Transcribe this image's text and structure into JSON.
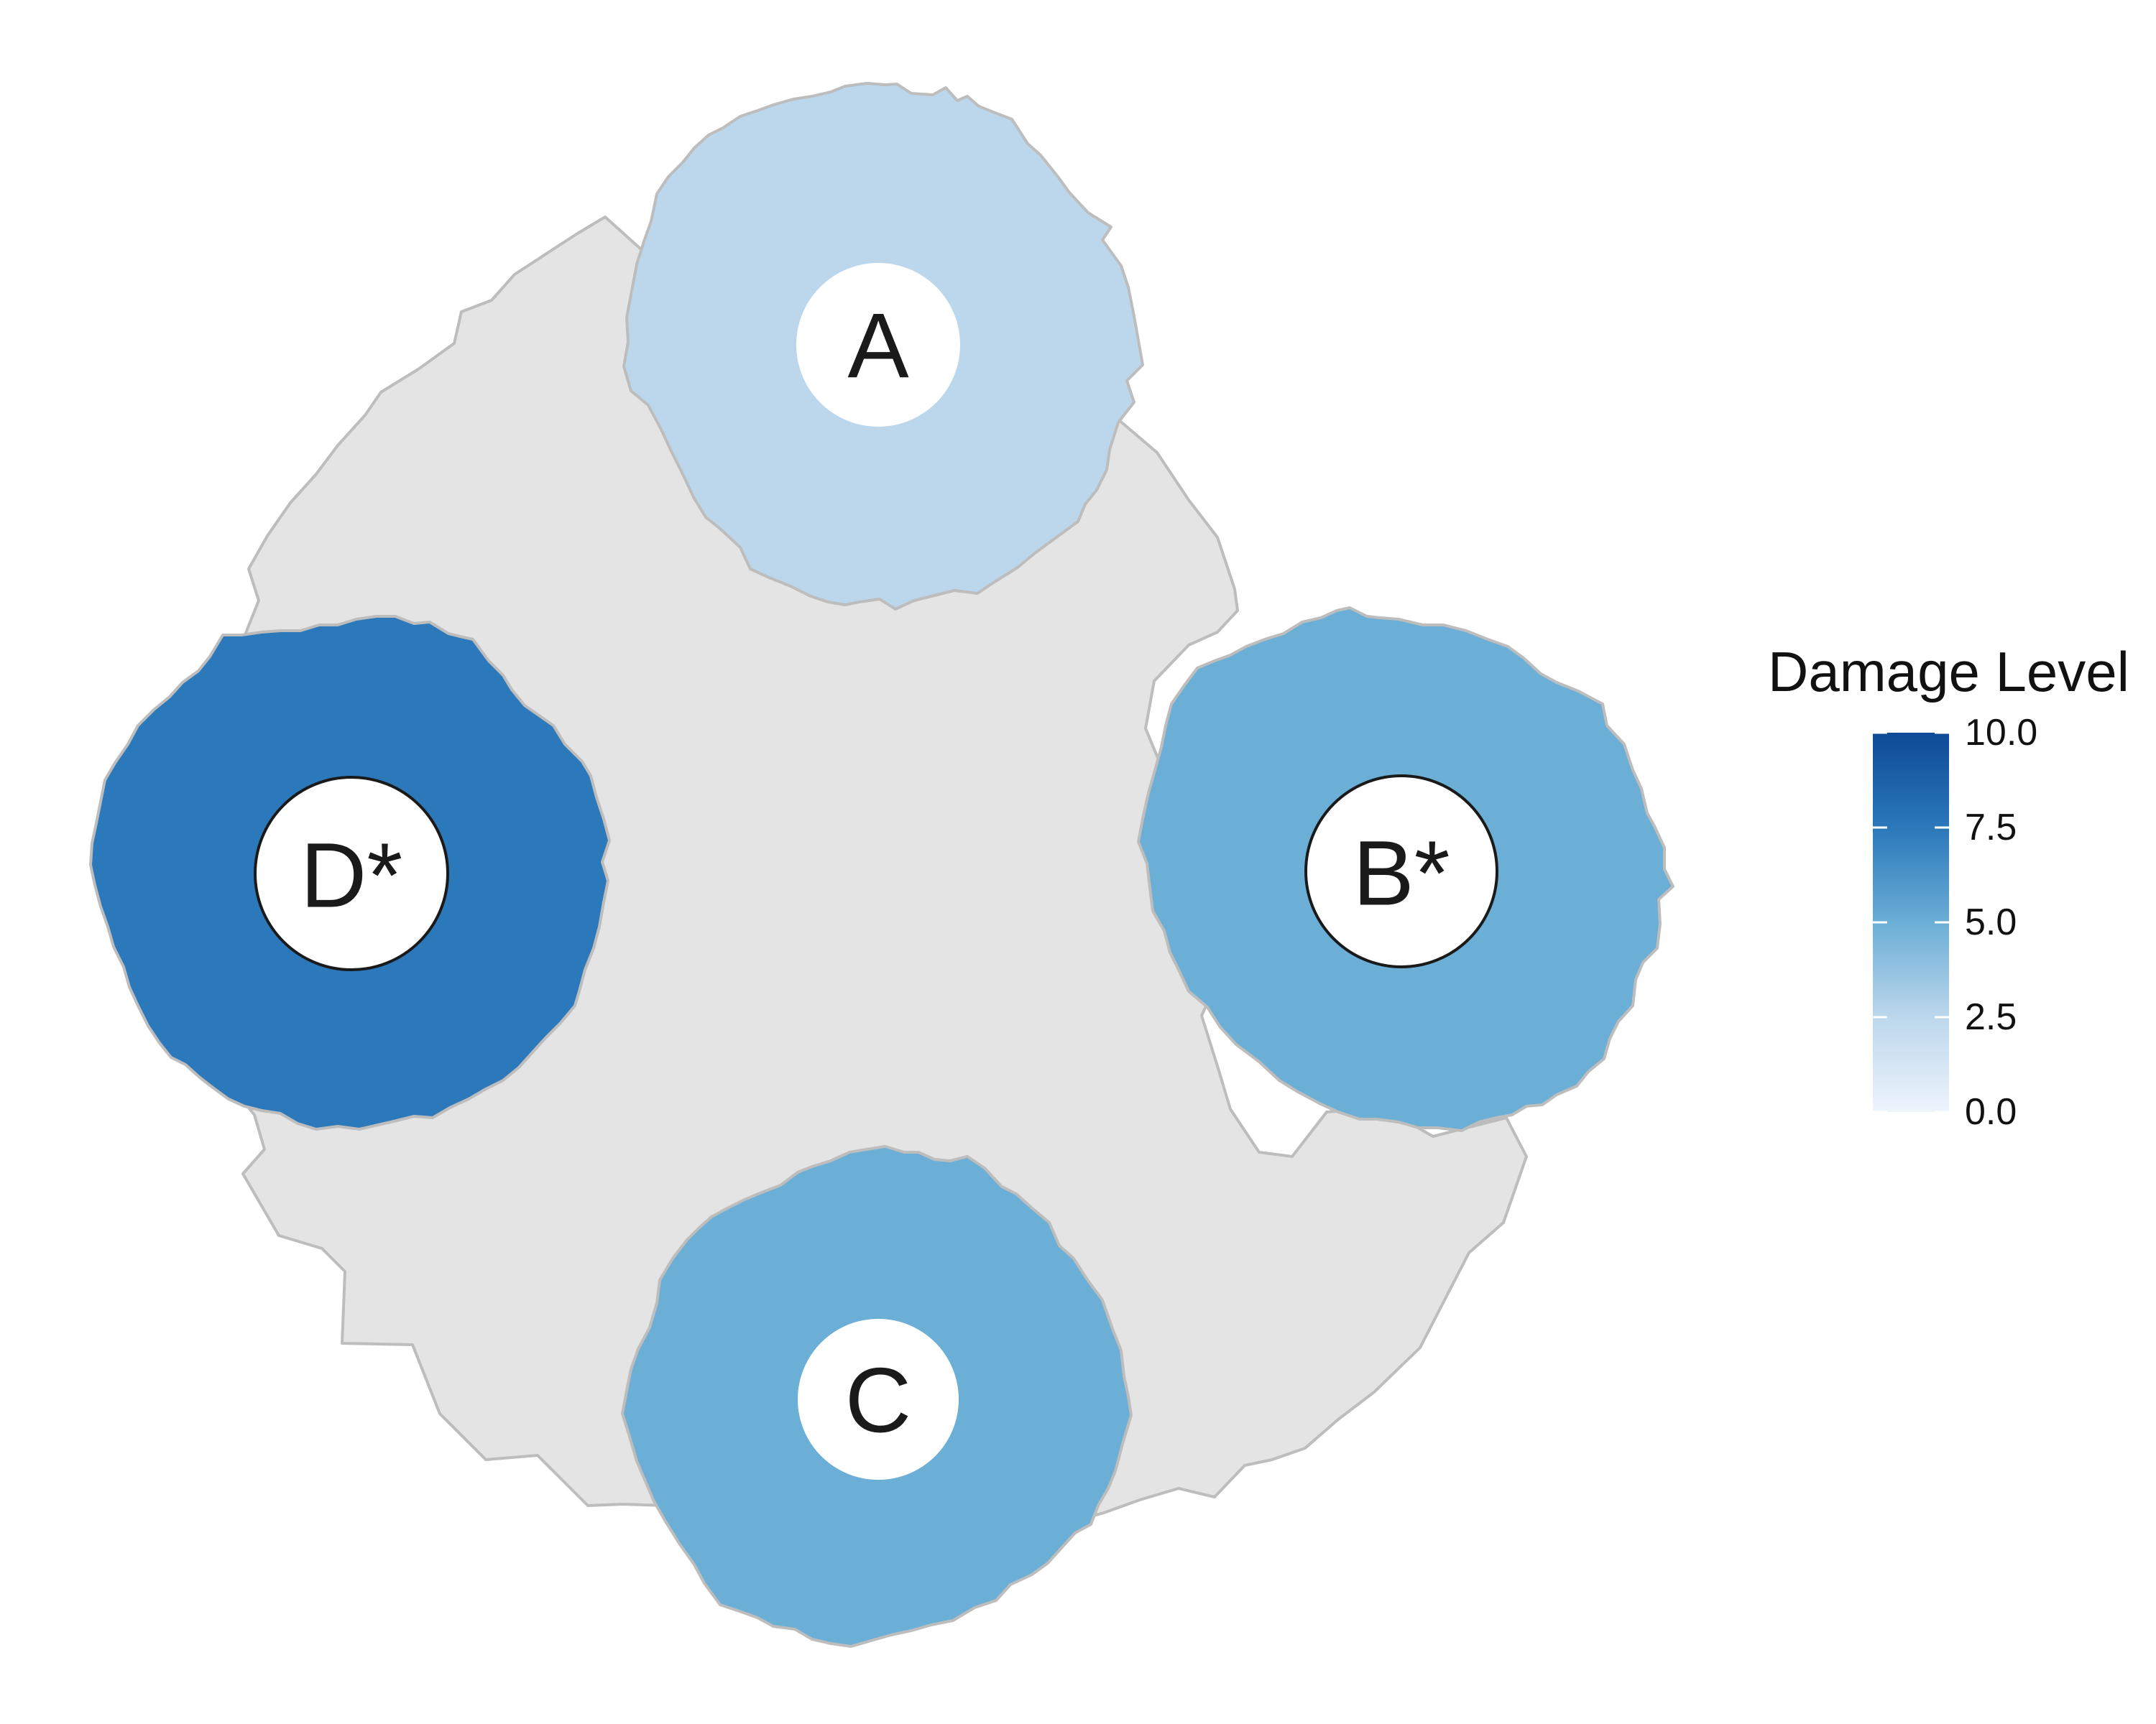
{
  "chart_data": {
    "type": "heatmap",
    "title": "",
    "regions": [
      {
        "label": "A",
        "value": 2.5
      },
      {
        "label": "B*",
        "value": 5.0
      },
      {
        "label": "C",
        "value": 5.0
      },
      {
        "label": "D*",
        "value": 7.5
      }
    ],
    "legend": {
      "title": "Damage Level",
      "placement": "right",
      "range": [
        0,
        10
      ],
      "ticks": [
        "0.0",
        "2.5",
        "5.0",
        "7.5",
        "10.0"
      ],
      "tick_values": [
        0,
        2.5,
        5.0,
        7.5,
        10.0
      ],
      "color_low": "#eef4fc",
      "color_high": "#0d4a97"
    },
    "colors": {
      "base_region": "#e4e4e4",
      "outline": "#bdbdbd",
      "label_circle": "#ffffff"
    }
  }
}
